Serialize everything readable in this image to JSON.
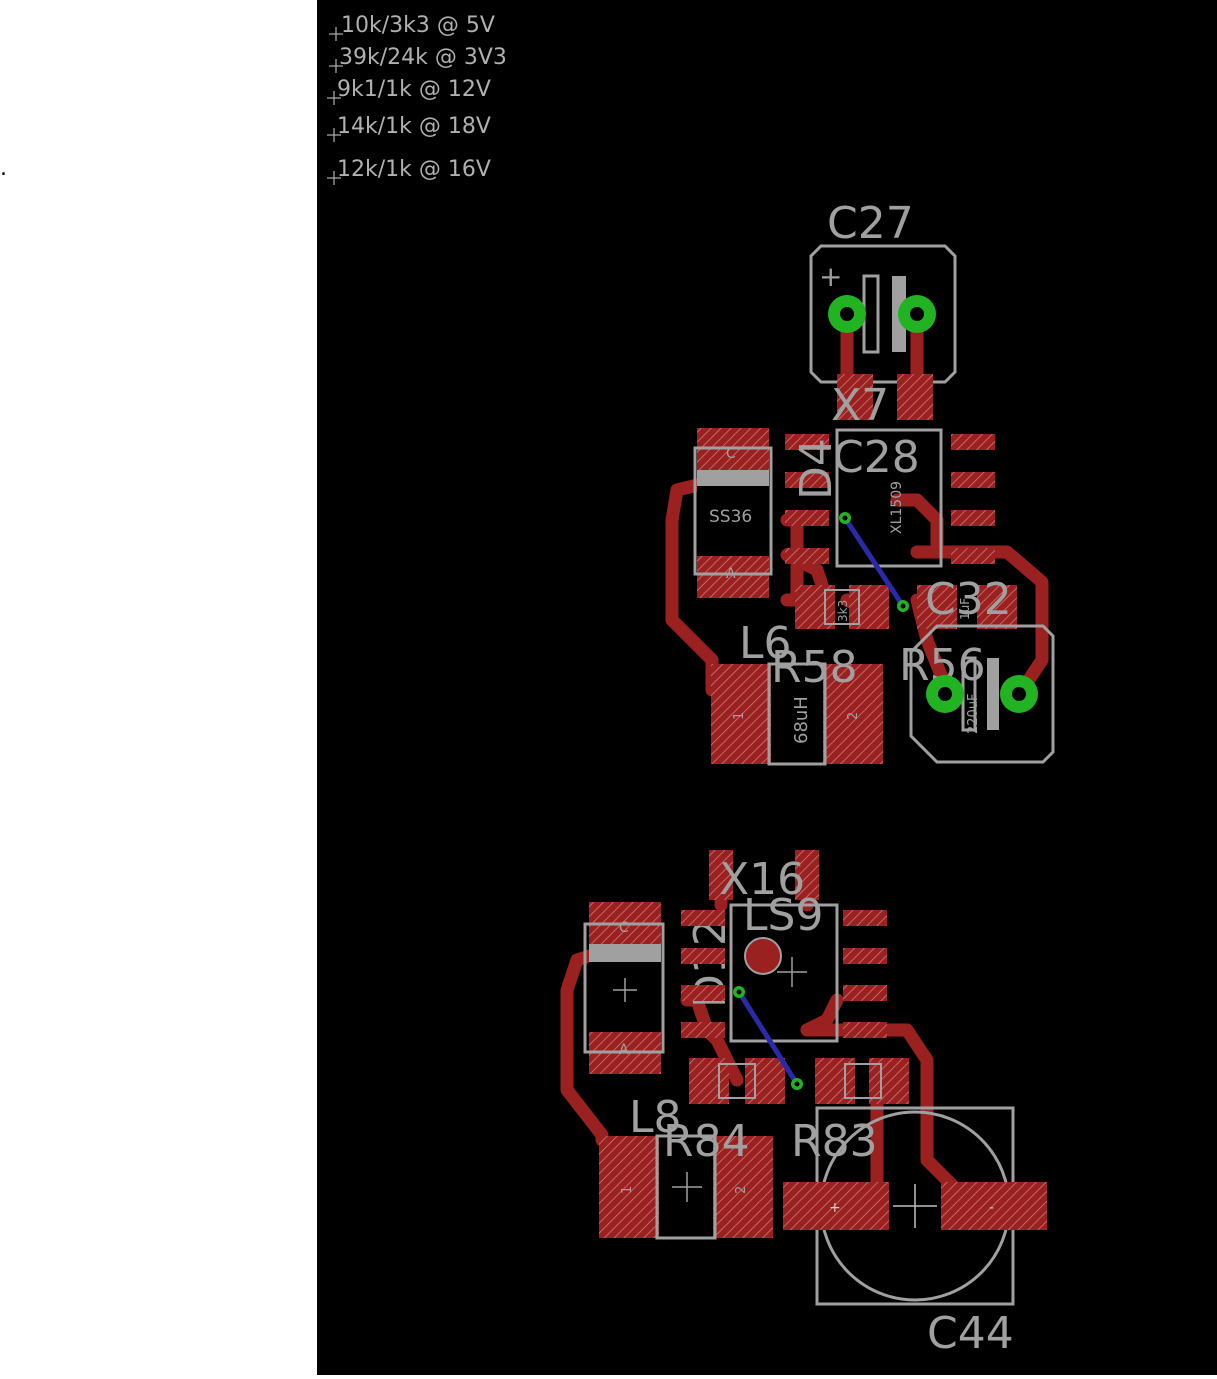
{
  "colors": {
    "background": "#000000",
    "copper_top": "#9b2020",
    "copper_trace": "#9b2020",
    "silkscreen": "#a0a0a0",
    "via_ring": "#22b322",
    "bottom_trace": "#2a2aa8",
    "side_panel": "#ffffff"
  },
  "side_panel": {
    "mark": "."
  },
  "notes": [
    "10k/3k3 @ 5V",
    "39k/24k @ 3V3",
    "9k1/1k @ 12V",
    "14k/1k @ 18V",
    "12k/1k @ 16V"
  ],
  "components": {
    "c27": "C27",
    "x7": "X7",
    "c28": "C28",
    "d4": "D4",
    "d4_part": "SS36",
    "d4_cathode": "C",
    "d4_anode": "A",
    "ic_part": "XL1509",
    "r_top_value": "3k3",
    "c32": "C32",
    "c32_value": "1uF",
    "l6": "L6",
    "l6_value": "68uH",
    "r58": "R58",
    "r56": "R56",
    "cap_value": "220uF",
    "x16": "X16",
    "ls9": "LS9",
    "d12": "D12",
    "d12_cathode": "C",
    "d12_anode": "A",
    "l8": "L8",
    "r84": "R84",
    "r83": "R83",
    "c44": "C44",
    "c44_plus": "+",
    "c44_minus": "-",
    "c27_plus": "+",
    "pin1": "1",
    "pin2": "2"
  }
}
